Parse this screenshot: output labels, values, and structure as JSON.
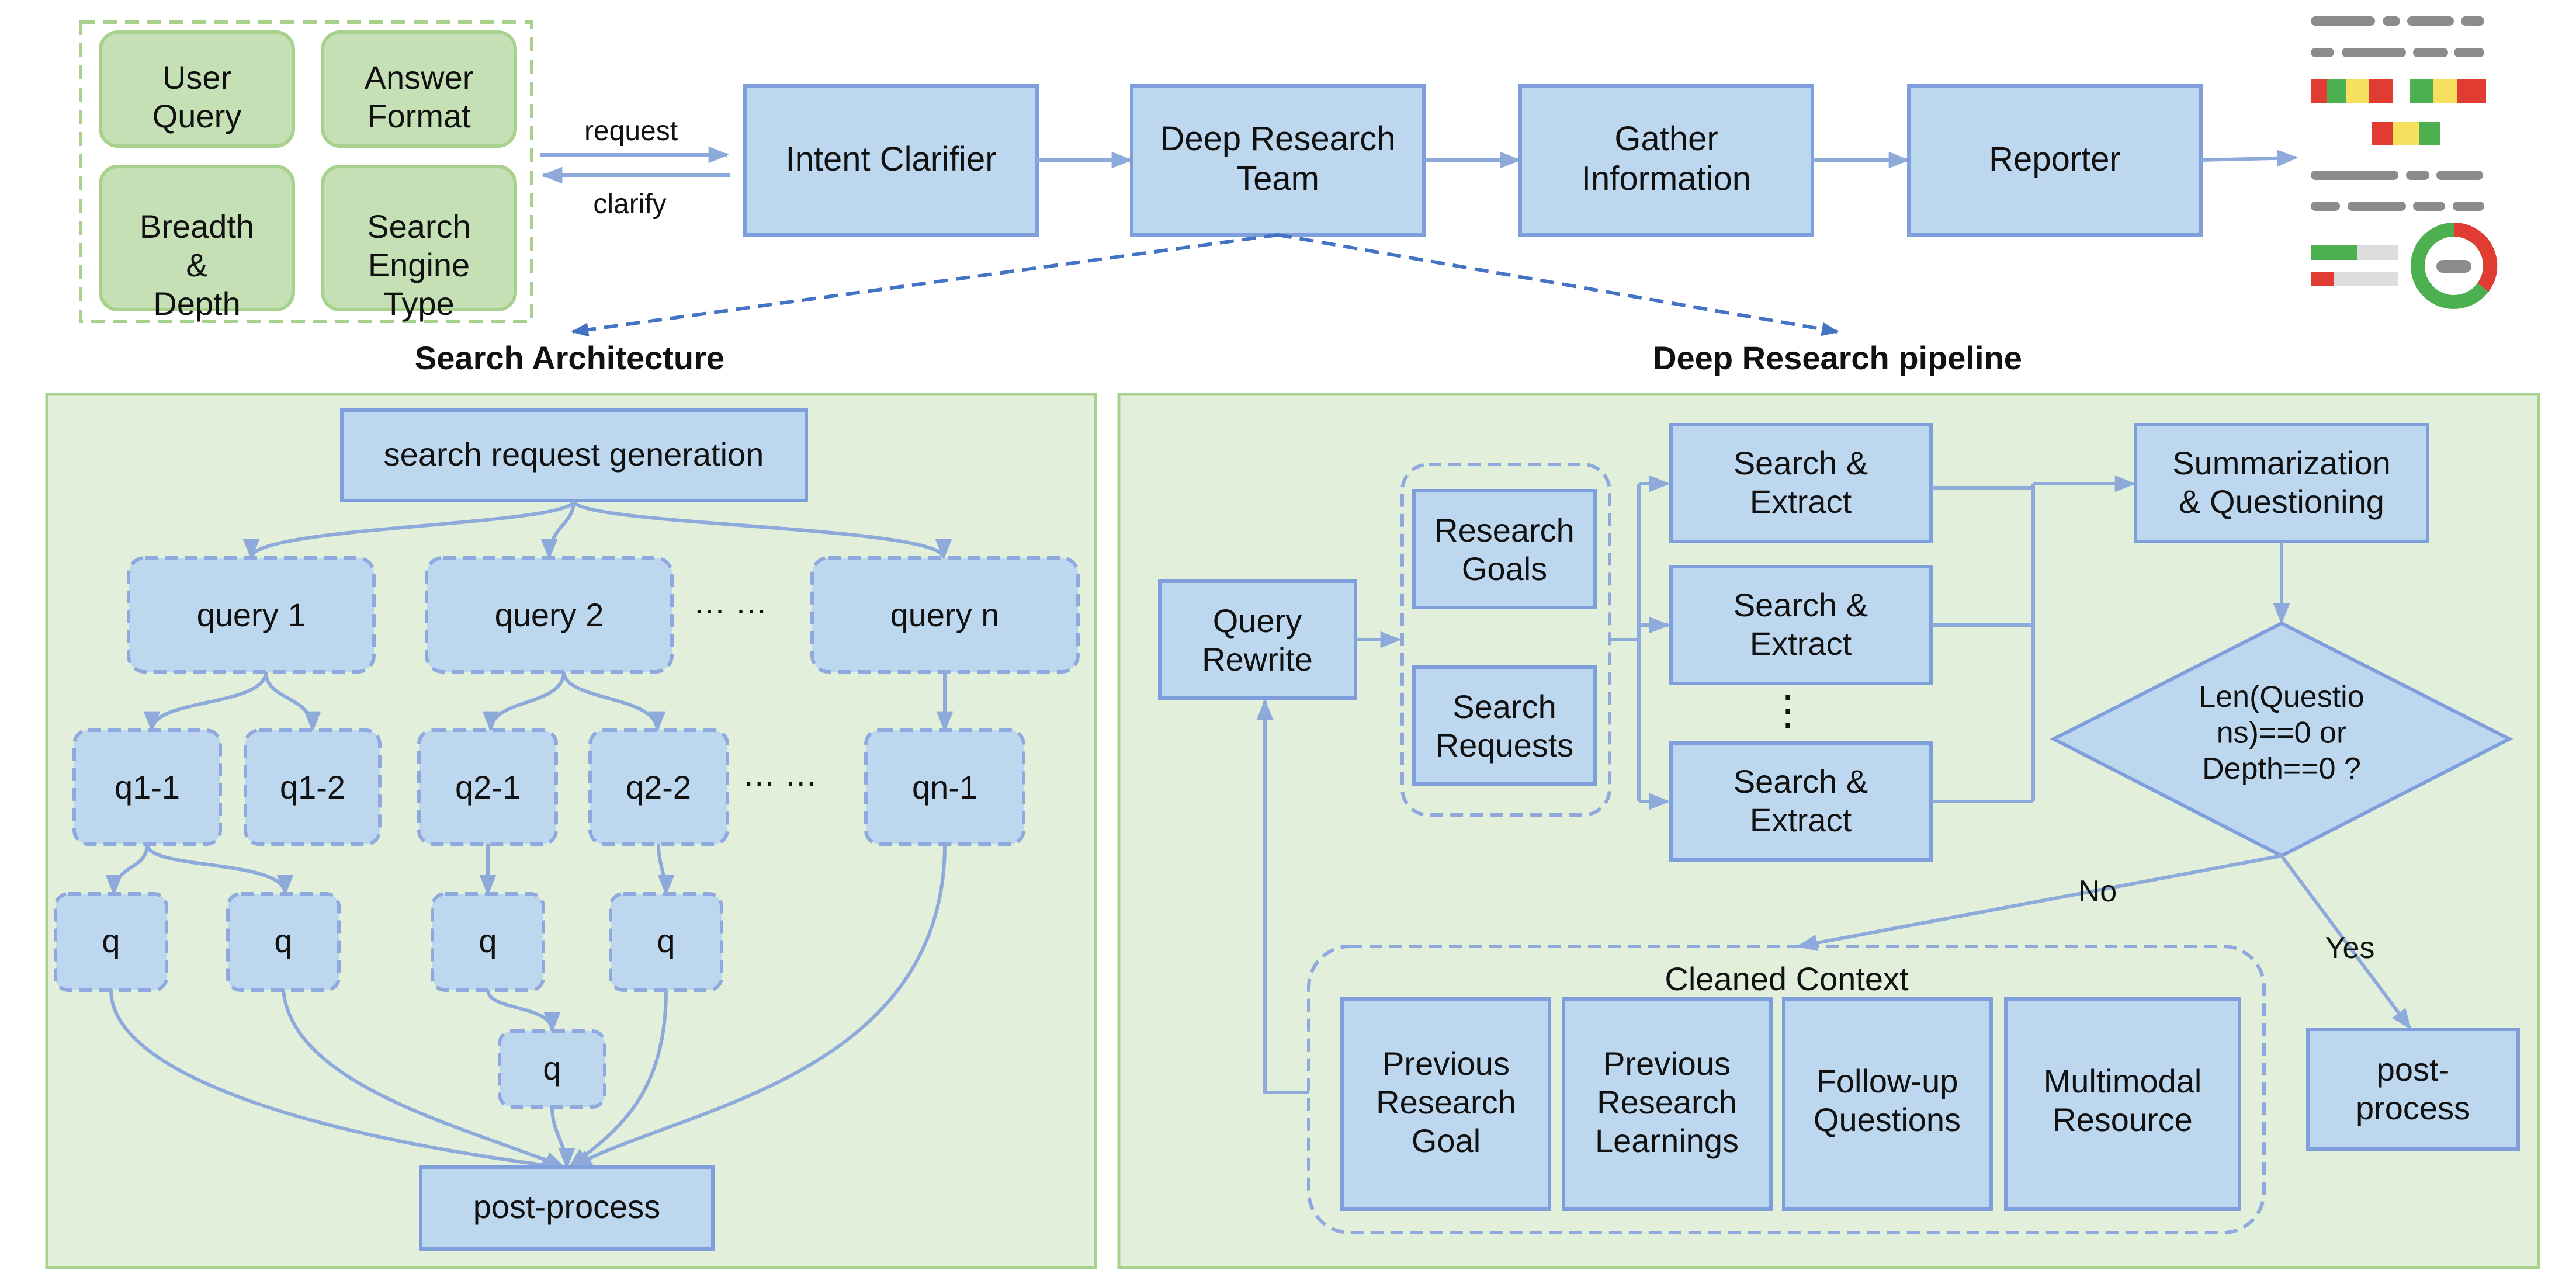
{
  "inputs": {
    "user_query": [
      "User",
      "Query"
    ],
    "answer_format": [
      "Answer",
      "Format"
    ],
    "breadth_depth": [
      "Breadth",
      "&",
      "Depth"
    ],
    "search_engine_type": [
      "Search",
      "Engine",
      "Type"
    ]
  },
  "flow": {
    "request": "request",
    "clarify": "clarify",
    "intent_clarifier": "Intent Clarifier",
    "deep_research_team": [
      "Deep Research",
      "Team"
    ],
    "gather_information": [
      "Gather",
      "Information"
    ],
    "reporter": "Reporter"
  },
  "section_titles": {
    "search_architecture": "Search Architecture",
    "deep_research_pipeline": "Deep Research pipeline"
  },
  "search_arch": {
    "generation": "search request generation",
    "query1": "query 1",
    "query2": "query 2",
    "queryn": "query n",
    "ellipsis": "… …",
    "q1_1": "q1-1",
    "q1_2": "q1-2",
    "q2_1": "q2-1",
    "q2_2": "q2-2",
    "qn_1": "qn-1",
    "q": "q",
    "post_process": "post-process"
  },
  "pipeline": {
    "query_rewrite": [
      "Query",
      "Rewrite"
    ],
    "research_goals": [
      "Research",
      "Goals"
    ],
    "search_requests": [
      "Search",
      "Requests"
    ],
    "search_extract": [
      "Search &",
      "Extract"
    ],
    "vdots": "⋮",
    "summarization": [
      "Summarization",
      "& Questioning"
    ],
    "condition": [
      "Len(Questio",
      "ns)==0 or",
      "Depth==0 ?"
    ],
    "no": "No",
    "yes": "Yes",
    "post_process": [
      "post-",
      "process"
    ],
    "cleaned_context": "Cleaned Context",
    "previous_goal": [
      "Previous",
      "Research",
      "Goal"
    ],
    "previous_learnings": [
      "Previous",
      "Research",
      "Learnings"
    ],
    "follow_up": [
      "Follow-up",
      "Questions"
    ],
    "multimodal": [
      "Multimodal",
      "Resource"
    ]
  },
  "report_icon": "report-illustration-icon",
  "colors": {
    "box_fill": "#BDD7EE",
    "box_stroke": "#7F9FDC",
    "input_fill": "#C5E0B4",
    "input_stroke": "#A9D18E",
    "panel_fill": "#E2EFDA",
    "arrow": "#8EAADB",
    "dashed_arrow": "#4472C4"
  }
}
